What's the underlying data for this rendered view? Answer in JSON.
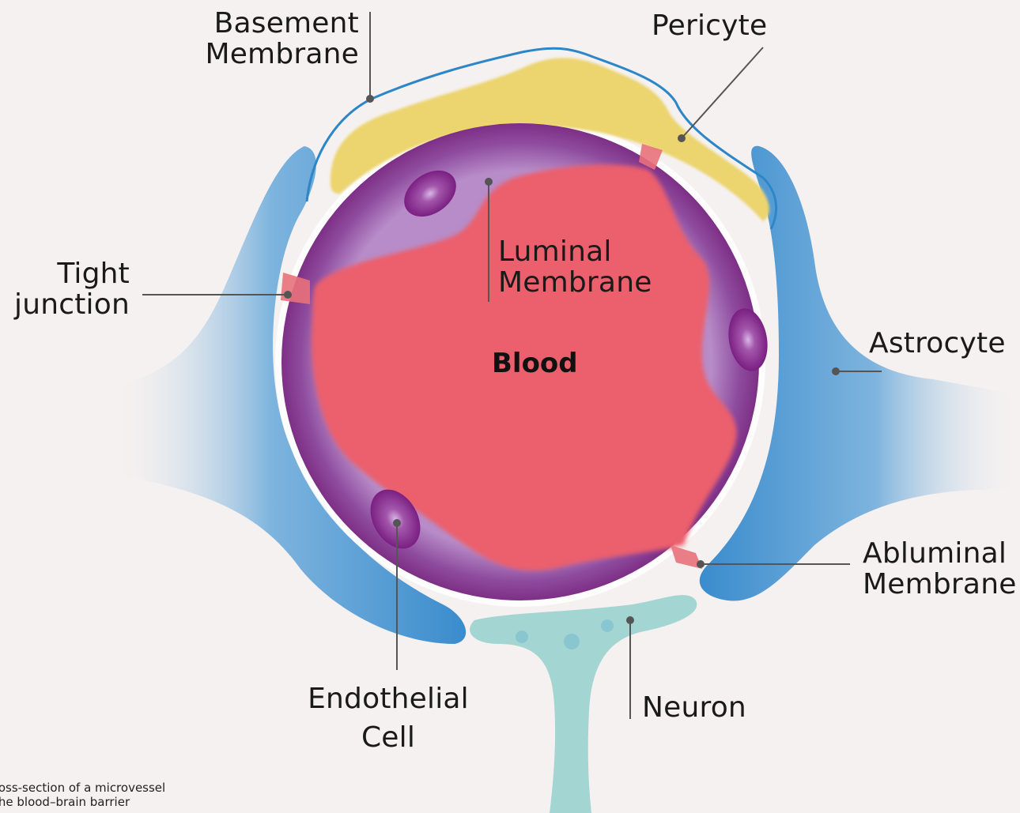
{
  "labels": {
    "basement_line1": "Basement",
    "basement_line2": "Membrane",
    "pericyte": "Pericyte",
    "tight_line1": "Tight",
    "tight_line2": "junction",
    "luminal_line1": "Luminal",
    "luminal_line2": "Membrane",
    "blood": "Blood",
    "astrocyte": "Astrocyte",
    "abluminal_line1": "Abluminal",
    "abluminal_line2": "Membrane",
    "endothelial_line1": "Endothelial",
    "endothelial_line2": "Cell",
    "neuron": "Neuron"
  },
  "caption": {
    "line1": "ross-section of a microvessel",
    "line2": "the blood–brain barrier"
  },
  "colors": {
    "background": "#f5f1f0",
    "blood": "#ec5f6c",
    "endothelial": "#8a2f8e",
    "pericyte": "#ecd46e",
    "basement_membrane": "#3a8ccc",
    "astrocyte": "#3d8fd0",
    "neuron": "#a3d6d2",
    "leader_line": "#555555"
  }
}
